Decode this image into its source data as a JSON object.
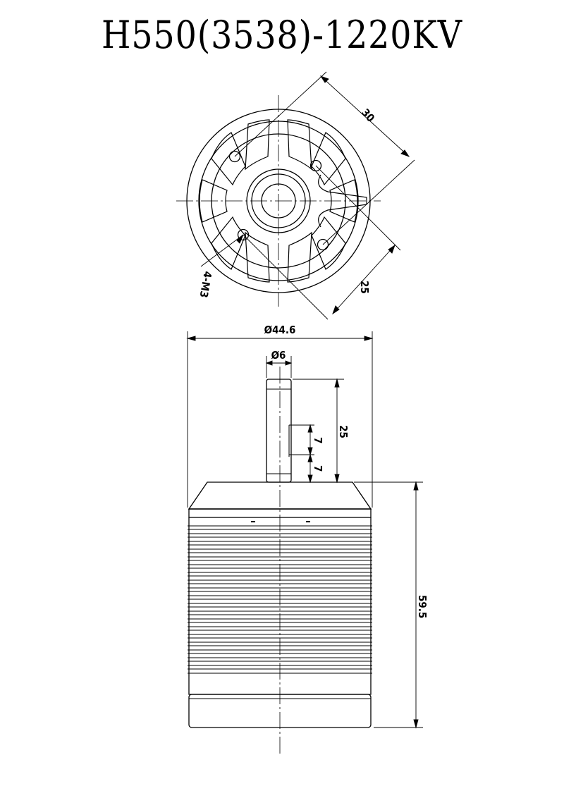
{
  "title": "H550(3538)-1220KV",
  "top_view": {
    "dim_mount_30": "30",
    "dim_mount_25": "25",
    "dim_holes": "4-M3"
  },
  "side_view": {
    "dim_diameter": "Ø44.6",
    "dim_shaft_diameter": "Ø6",
    "dim_shaft_length": "25",
    "dim_flat_upper": "7",
    "dim_flat_lower": "7",
    "dim_height": "59.5"
  },
  "colors": {
    "line": "#000000",
    "background": "#ffffff"
  }
}
